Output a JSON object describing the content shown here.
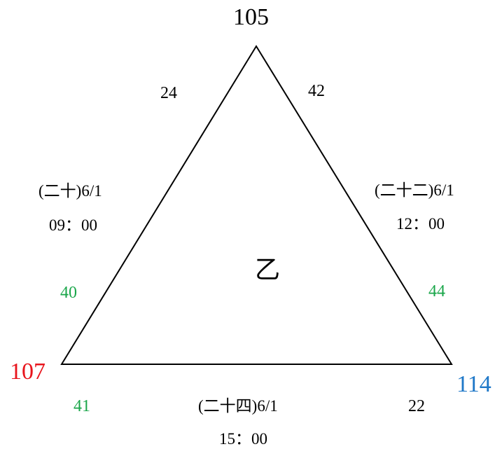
{
  "vertices": {
    "top": {
      "label": "105",
      "color": "#000000"
    },
    "left": {
      "label": "107",
      "color": "#e8141c"
    },
    "right": {
      "label": "114",
      "color": "#1f78c8"
    }
  },
  "center_label": "乙",
  "edge_numbers": {
    "top_left": {
      "text": "24",
      "color": "#000000"
    },
    "top_right": {
      "text": "42",
      "color": "#000000"
    },
    "left_lower": {
      "text": "40",
      "color": "#1aa64a"
    },
    "right_lower": {
      "text": "44",
      "color": "#1aa64a"
    },
    "bottom_left": {
      "text": "41",
      "color": "#1aa64a"
    },
    "bottom_right": {
      "text": "22",
      "color": "#000000"
    }
  },
  "sides": {
    "left": {
      "line1": "(二十)6/1",
      "line2": "09：00"
    },
    "right": {
      "line1": "(二十二)6/1",
      "line2": "12：00"
    },
    "bottom": {
      "line1": "(二十四)6/1",
      "line2": "15：00"
    }
  },
  "colors": {
    "line": "#000000",
    "background": "#ffffff"
  }
}
